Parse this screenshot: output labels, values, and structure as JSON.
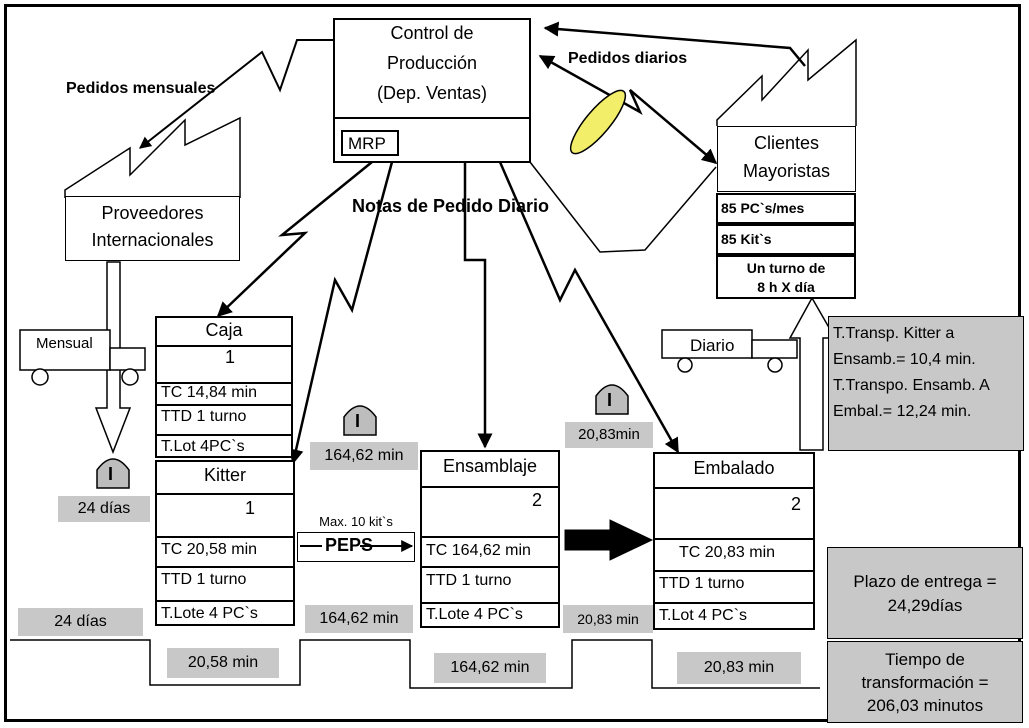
{
  "control": {
    "line1": "Control de",
    "line2": "Producción",
    "line3": "(Dep. Ventas)",
    "mrp": "MRP"
  },
  "arrows_labels": {
    "monthly_orders": "Pedidos mensuales",
    "daily_orders": "Pedidos diarios",
    "daily_notes": "Notas de Pedido Diario"
  },
  "suppliers": {
    "line1": "Proveedores",
    "line2": "Internacionales"
  },
  "clients": {
    "line1": "Clientes",
    "line2": "Mayoristas",
    "demand_pcs": "85 PC`s/mes",
    "demand_kits": "85 Kit`s",
    "shift1": "Un turno de",
    "shift2": "8 h X día"
  },
  "trucks": {
    "monthly": "Mensual",
    "daily": "Diario"
  },
  "transport_note": {
    "l1": "T.Transp. Kitter a",
    "l2": "Ensamb.= 10,4 min.",
    "l3": "T.Transpo. Ensamb. A",
    "l4": "Embal.= 12,24 min."
  },
  "inventory_symbol": "I",
  "inventories": {
    "raw": "24 días",
    "kitter_ens": "164,62 min",
    "ens_emb": "20,83min"
  },
  "processes": {
    "caja": {
      "name": "Caja",
      "operators": "1",
      "tc": "TC 14,84 min",
      "ttd": "TTD 1 turno",
      "lot": "T.Lot 4PC`s"
    },
    "kitter": {
      "name": "Kitter",
      "operators": "1",
      "tc": "TC 20,58 min",
      "ttd": "TTD 1 turno",
      "lot": "T.Lote 4 PC`s"
    },
    "ensamblaje": {
      "name": "Ensamblaje",
      "operators": "2",
      "tc": "TC 164,62 min",
      "ttd": "TTD 1 turno",
      "lot": "T.Lote 4 PC`s"
    },
    "embalado": {
      "name": "Embalado",
      "operators": "2",
      "tc": "TC 20,83 min",
      "ttd": "TTD 1 turno",
      "lot": "T.Lot 4 PC`s"
    }
  },
  "peps": {
    "max": "Max. 10 kit`s",
    "label": "PEPS"
  },
  "timeline": {
    "wait": [
      "24 días",
      "164,62 min",
      "20,83 min"
    ],
    "process": [
      "20,58 min",
      "164,62 min",
      "20,83 min"
    ]
  },
  "lead_time": {
    "l1": "Plazo de entrega =",
    "l2": "24,29días"
  },
  "processing_time": {
    "l1": "Tiempo de",
    "l2": "transformación =",
    "l3": "206,03  minutos"
  },
  "colors": {
    "gray": "#c8c8c8",
    "ellipse": "#f2ee6a"
  }
}
